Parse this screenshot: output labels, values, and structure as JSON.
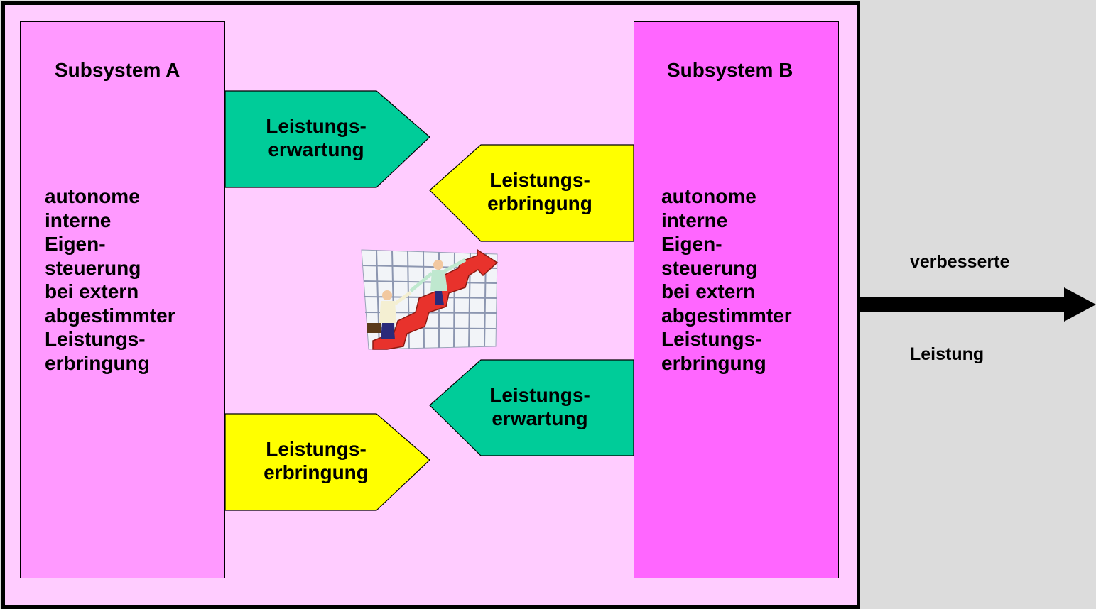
{
  "subsystem_a": {
    "title": "Subsystem A",
    "body": [
      "autonome",
      "interne",
      "Eigen-",
      "steuerung",
      "bei extern",
      "abgestimmter",
      "Leistungs-",
      "erbringung"
    ]
  },
  "subsystem_b": {
    "title": "Subsystem B",
    "body": [
      "autonome",
      "interne",
      "Eigen-",
      "steuerung",
      "bei extern",
      "abgestimmter",
      "Leistungs-",
      "erbringung"
    ]
  },
  "arrows": {
    "top_right": {
      "line1": "Leistungs-",
      "line2": "erwartung",
      "color": "#00cc99"
    },
    "top_left": {
      "line1": "Leistungs-",
      "line2": "erbringung",
      "color": "#ffff00"
    },
    "bottom_left": {
      "line1": "Leistungs-",
      "line2": "erwartung",
      "color": "#00cc99"
    },
    "bottom_right": {
      "line1": "Leistungs-",
      "line2": "erbringung",
      "color": "#ffff00"
    }
  },
  "output": {
    "line1": "verbesserte",
    "line2": "Leistung"
  },
  "colors": {
    "system_background": "#ffccff",
    "subsystem_a_fill": "#ff99ff",
    "subsystem_b_fill": "#ff66ff",
    "outside_background": "#dcdcdc"
  },
  "clipart": {
    "icon": "teamwork-stairs-clipart"
  }
}
